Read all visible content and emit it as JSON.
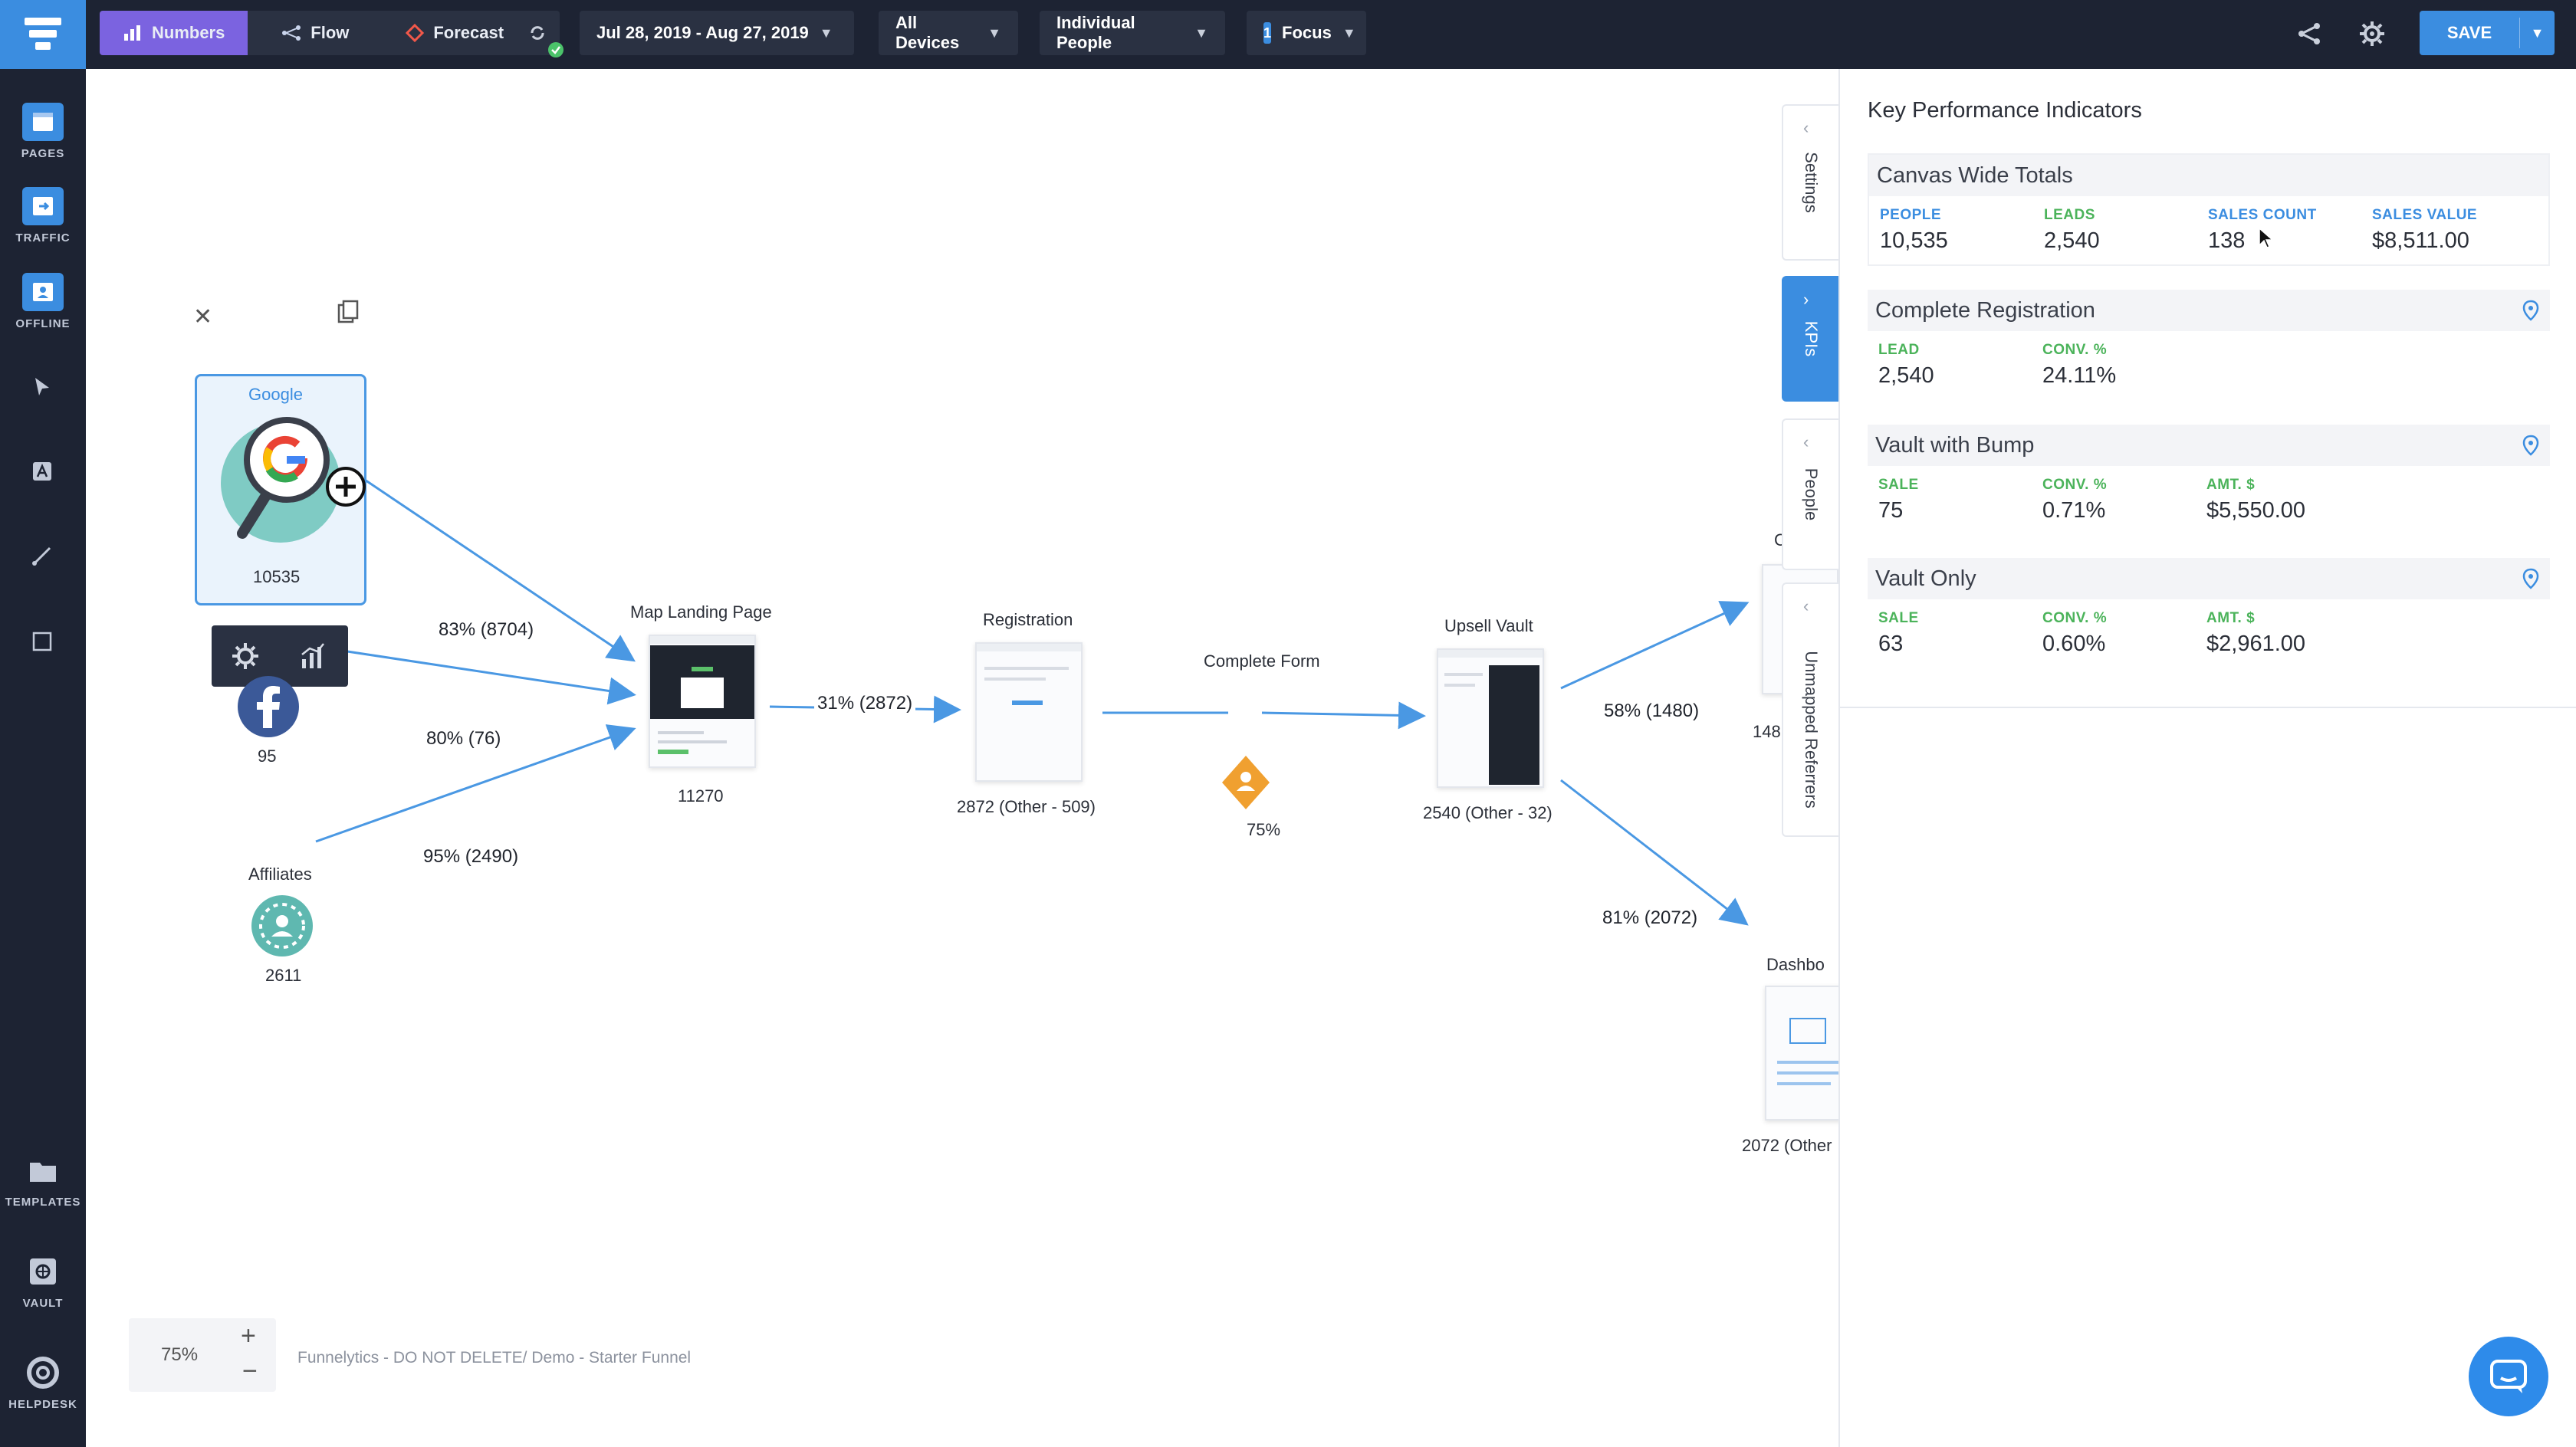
{
  "toolbar": {
    "modes": [
      {
        "label": "Numbers",
        "icon": "numbers-icon"
      },
      {
        "label": "Flow",
        "icon": "flow-icon"
      },
      {
        "label": "Forecast",
        "icon": "forecast-icon"
      }
    ],
    "date_range": "Jul 28, 2019 - Aug 27, 2019",
    "devices": "All Devices",
    "people": "Individual People",
    "focus_badge": "1",
    "focus": "Focus",
    "save": "SAVE"
  },
  "sidebar": {
    "items": [
      {
        "label": "PAGES",
        "icon": "pages-icon"
      },
      {
        "label": "TRAFFIC",
        "icon": "traffic-icon"
      },
      {
        "label": "OFFLINE",
        "icon": "offline-icon"
      }
    ],
    "bottom": [
      {
        "label": "TEMPLATES",
        "icon": "templates-icon"
      },
      {
        "label": "VAULT",
        "icon": "vault-icon"
      },
      {
        "label": "HELPDESK",
        "icon": "helpdesk-icon"
      }
    ]
  },
  "canvas": {
    "nodes": {
      "google": {
        "label": "Google",
        "count": "10535"
      },
      "facebook": {
        "count": "95",
        "icon": "facebook-icon"
      },
      "affiliates": {
        "label": "Affiliates",
        "count": "2611"
      },
      "map_landing": {
        "label": "Map Landing Page",
        "count": "11270"
      },
      "registration": {
        "label": "Registration",
        "count": "2872 (Other - 509)"
      },
      "complete_form": {
        "label": "Complete Form",
        "count": "75%"
      },
      "upsell_vault": {
        "label": "Upsell Vault",
        "count": "2540 (Other - 32)"
      },
      "upper_right": {
        "label": "C",
        "count": "148"
      },
      "dashboard": {
        "label": "Dashbo",
        "count": "2072 (Other"
      }
    },
    "flows": {
      "google_to_map": "83% (8704)",
      "fb_to_map": "80% (76)",
      "aff_to_map": "95% (2490)",
      "map_to_reg": "31% (2872)",
      "upsell_to_upper": "58% (1480)",
      "upsell_to_dash": "81% (2072)"
    },
    "zoom": "75%",
    "zoom_in": "+",
    "zoom_out": "−",
    "breadcrumb": "Funnelytics - DO NOT DELETE/ Demo - Starter Funnel"
  },
  "vtabs": [
    {
      "label": "Settings"
    },
    {
      "label": "KPIs"
    },
    {
      "label": "People"
    },
    {
      "label": "Unmapped Referrers"
    }
  ],
  "kpi": {
    "title": "Key Performance Indicators",
    "cards": [
      {
        "name": "Canvas Wide Totals",
        "metrics": [
          {
            "k": "PEOPLE",
            "v": "10,535"
          },
          {
            "k": "LEADS",
            "v": "2,540"
          },
          {
            "k": "SALES COUNT",
            "v": "138"
          },
          {
            "k": "SALES VALUE",
            "v": "$8,511.00"
          }
        ]
      },
      {
        "name": "Complete Registration",
        "metrics": [
          {
            "k": "LEAD",
            "v": "2,540"
          },
          {
            "k": "CONV. %",
            "v": "24.11%"
          }
        ]
      },
      {
        "name": "Vault with Bump",
        "metrics": [
          {
            "k": "SALE",
            "v": "75"
          },
          {
            "k": "CONV. %",
            "v": "0.71%"
          },
          {
            "k": "AMT. $",
            "v": "$5,550.00"
          }
        ]
      },
      {
        "name": "Vault Only",
        "metrics": [
          {
            "k": "SALE",
            "v": "63"
          },
          {
            "k": "CONV. %",
            "v": "0.60%"
          },
          {
            "k": "AMT. $",
            "v": "$2,961.00"
          }
        ]
      }
    ]
  },
  "colors": {
    "accent": "#3b8de0",
    "numbers_active": "#7b63e0",
    "lead_green": "#4bb35a",
    "sale_orange": "#f0a030",
    "topbar": "#1d2333"
  }
}
